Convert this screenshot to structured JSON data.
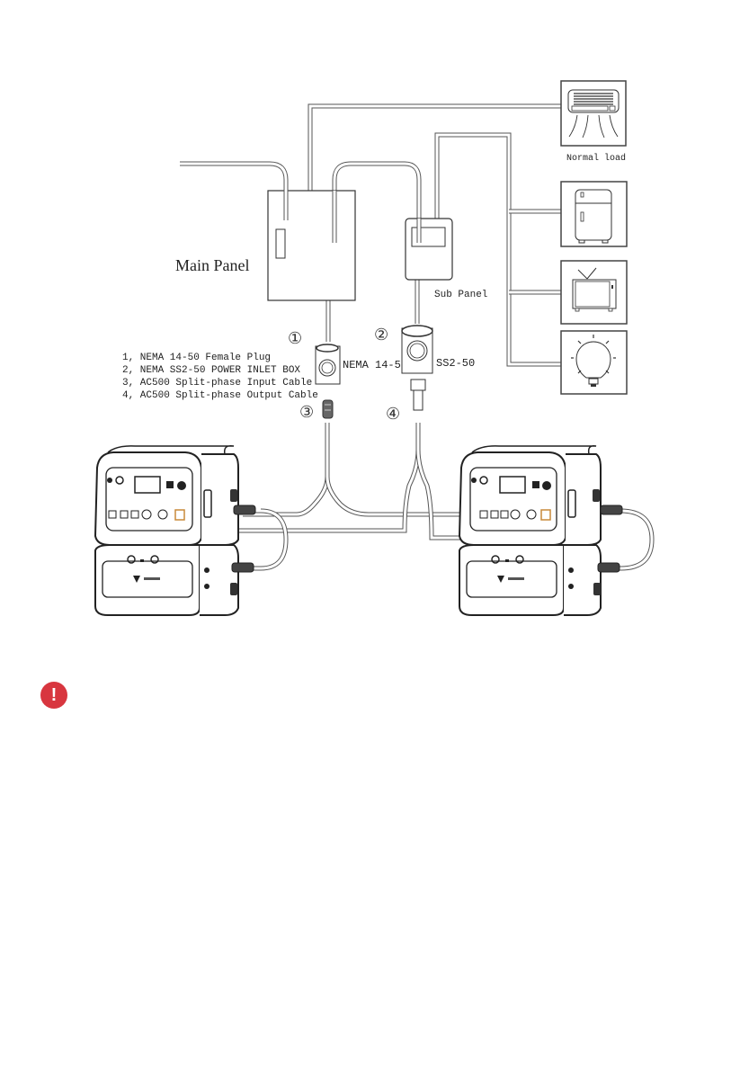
{
  "diagram": {
    "main_panel_label": "Main Panel",
    "sub_panel_label": "Sub Panel",
    "normal_load_label": "Normal load",
    "callouts": [
      "①",
      "②",
      "③",
      "④"
    ],
    "outlet_labels": {
      "nema": "NEMA 14-50",
      "ss2": "SS2-50"
    },
    "legend": [
      "1, NEMA 14-50 Female Plug",
      "2, NEMA SS2-50 POWER INLET BOX",
      "3, AC500 Split-phase Input Cable",
      "4, AC500 Split-phase Output Cable"
    ],
    "loads": [
      "air-conditioner-icon",
      "refrigerator-icon",
      "television-icon",
      "light-bulb-icon"
    ],
    "devices": [
      "ac500-power-station-left",
      "b300s-battery-left",
      "ac500-power-station-right",
      "b300s-battery-right"
    ]
  },
  "notice": {
    "icon": "warning-exclamation-icon",
    "color": "#d8363f"
  }
}
